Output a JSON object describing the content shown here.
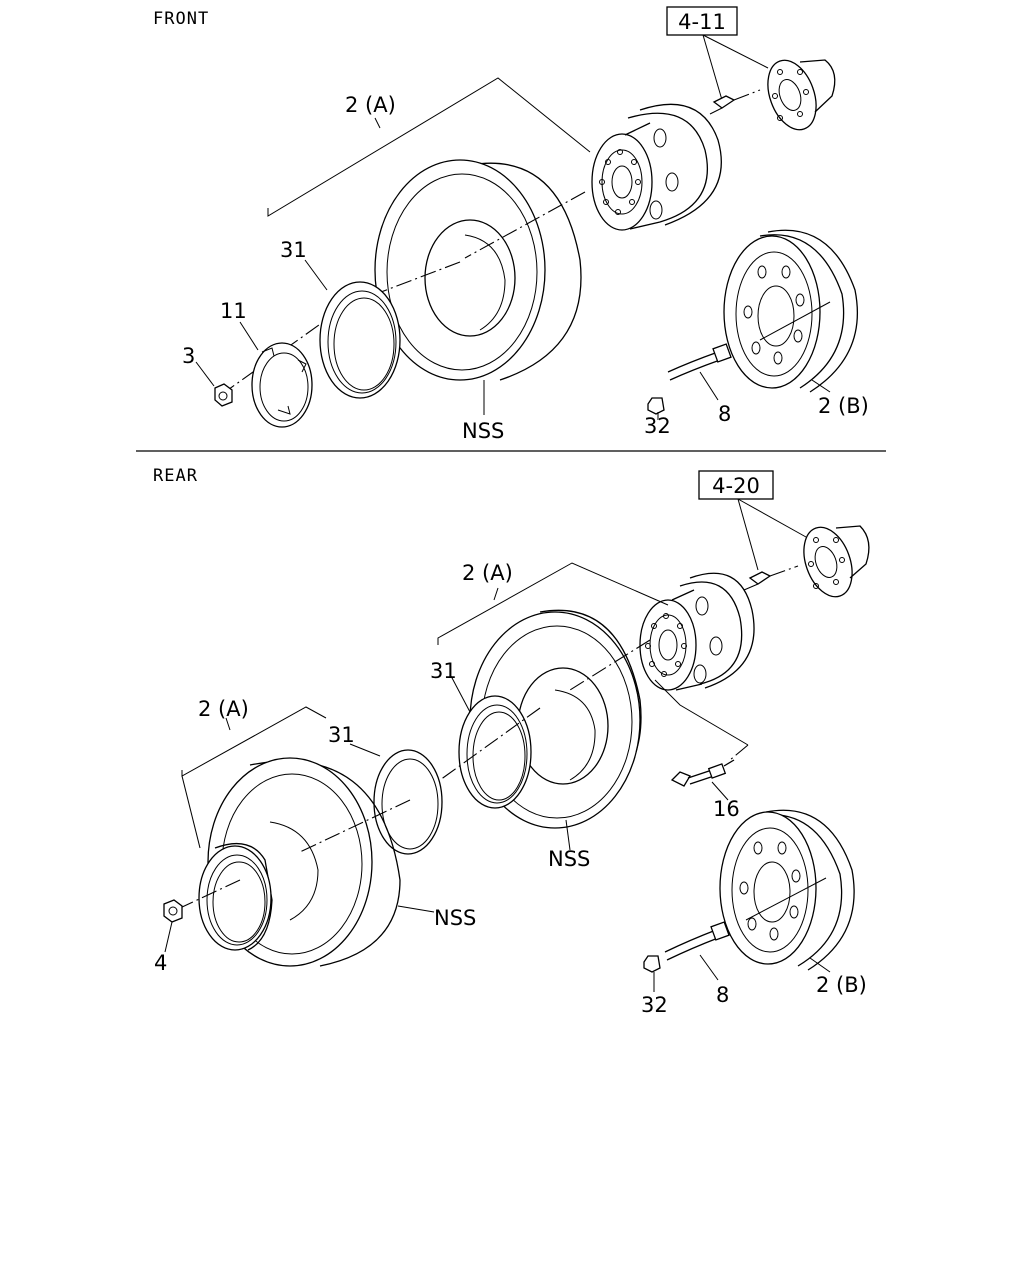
{
  "sections": {
    "front": "FRONT",
    "rear": "REAR"
  },
  "refs": {
    "front_ref": "4-11",
    "rear_ref": "4-20"
  },
  "front_labels": {
    "wheel_assy": "2 (A)",
    "ring": "31",
    "cap": "11",
    "nut": "3",
    "tire": "NSS",
    "valve_cap": "32",
    "valve": "8",
    "wheel": "2 (B)"
  },
  "rear_labels": {
    "wheel_assy_inner": "2 (A)",
    "ring_inner": "31",
    "tire_inner": "NSS",
    "extension": "16",
    "wheel_assy_outer": "2 (A)",
    "ring_outer": "31",
    "tire_outer": "NSS",
    "nut": "4",
    "valve_cap": "32",
    "valve": "8",
    "wheel": "2 (B)"
  },
  "colors": {
    "line": "#000000",
    "background": "#ffffff"
  }
}
